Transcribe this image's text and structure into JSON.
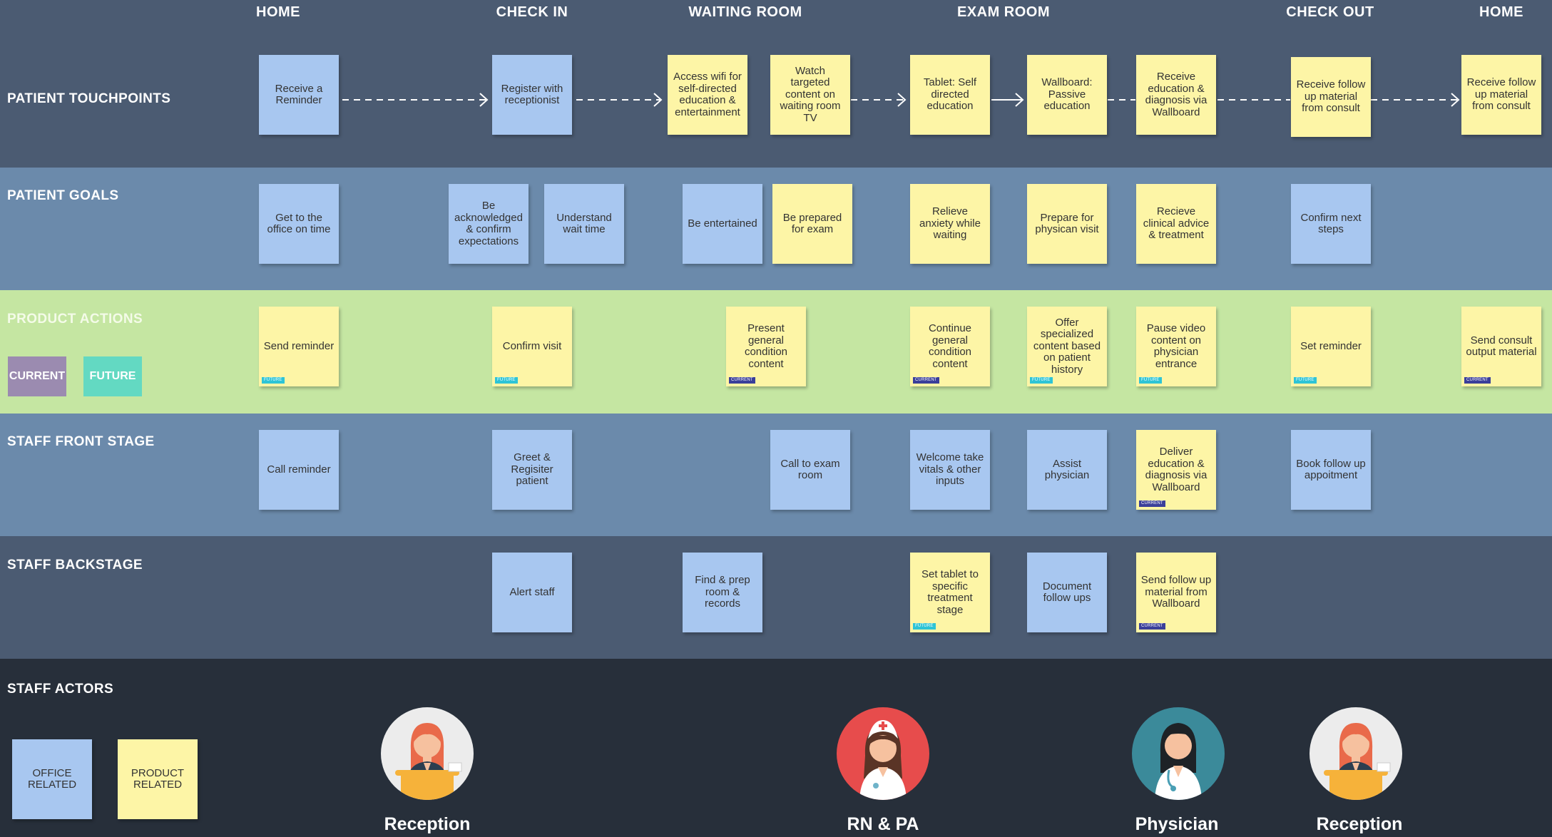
{
  "stages": [
    "HOME",
    "CHECK IN",
    "WAITING ROOM",
    "EXAM ROOM",
    "CHECK OUT",
    "HOME"
  ],
  "row_labels": {
    "touchpoints": "PATIENT TOUCHPOINTS",
    "goals": "PATIENT GOALS",
    "product_actions": "PRODUCT ACTIONS",
    "front_stage": "STAFF FRONT STAGE",
    "backstage": "STAFF BACKSTAGE",
    "actors": "STAFF ACTORS"
  },
  "tag_labels": {
    "future": "FUTURE",
    "current": "CURRENT"
  },
  "legend": {
    "current": "CURRENT",
    "future": "FUTURE",
    "office": "OFFICE RELATED",
    "product": "PRODUCT RELATED"
  },
  "colors": {
    "office_note": "#a8c7f0",
    "product_note": "#fdf5a6",
    "current_badge": "#9b8bb0",
    "future_badge": "#63d9c2",
    "current_tag": "#3b3f9a",
    "future_tag": "#2ec4d6"
  },
  "touchpoints": [
    {
      "text": "Receive a Reminder",
      "color": "blue"
    },
    {
      "text": "Register with receptionist",
      "color": "blue"
    },
    {
      "text": "Access wifi for self-directed education & entertainment",
      "color": "yellow"
    },
    {
      "text": "Watch targeted content on waiting room TV",
      "color": "yellow"
    },
    {
      "text": "Tablet: Self directed education",
      "color": "yellow"
    },
    {
      "text": "Wallboard: Passive education",
      "color": "yellow"
    },
    {
      "text": "Receive education & diagnosis via Wallboard",
      "color": "yellow"
    },
    {
      "text": "Receive follow up material from consult",
      "color": "yellow"
    },
    {
      "text": "Receive follow up material from consult",
      "color": "yellow"
    }
  ],
  "goals": [
    {
      "text": "Get to the office on time",
      "color": "blue"
    },
    {
      "text": "Be acknowledged & confirm expectations",
      "color": "blue"
    },
    {
      "text": "Understand wait time",
      "color": "blue"
    },
    {
      "text": "Be entertained",
      "color": "blue"
    },
    {
      "text": "Be prepared for exam",
      "color": "yellow"
    },
    {
      "text": "Relieve anxiety while waiting",
      "color": "yellow"
    },
    {
      "text": "Prepare for physican visit",
      "color": "yellow"
    },
    {
      "text": "Recieve clinical advice & treatment",
      "color": "yellow"
    },
    {
      "text": "Confirm next steps",
      "color": "blue"
    }
  ],
  "product_actions": [
    {
      "text": "Send reminder",
      "color": "yellow",
      "tag": "future"
    },
    {
      "text": "Confirm visit",
      "color": "yellow",
      "tag": "future"
    },
    {
      "text": "Present general condition content",
      "color": "yellow",
      "tag": "current"
    },
    {
      "text": "Continue general condition content",
      "color": "yellow",
      "tag": "current"
    },
    {
      "text": "Offer specialized content based on patient history",
      "color": "yellow",
      "tag": "future"
    },
    {
      "text": "Pause video content on physician entrance",
      "color": "yellow",
      "tag": "future"
    },
    {
      "text": "Set reminder",
      "color": "yellow",
      "tag": "future"
    },
    {
      "text": "Send consult output material",
      "color": "yellow",
      "tag": "current"
    }
  ],
  "front_stage": [
    {
      "text": "Call reminder",
      "color": "blue"
    },
    {
      "text": "Greet & Regisiter patient",
      "color": "blue"
    },
    {
      "text": "Call to exam room",
      "color": "blue"
    },
    {
      "text": "Welcome take vitals & other inputs",
      "color": "blue"
    },
    {
      "text": "Assist physician",
      "color": "blue"
    },
    {
      "text": "Deliver education & diagnosis via Wallboard",
      "color": "yellow",
      "tag": "current"
    },
    {
      "text": "Book follow up appoitment",
      "color": "blue"
    }
  ],
  "backstage": [
    {
      "text": "Alert staff",
      "color": "blue"
    },
    {
      "text": "Find & prep room & records",
      "color": "blue"
    },
    {
      "text": "Set tablet to specific treatment stage",
      "color": "yellow",
      "tag": "future"
    },
    {
      "text": "Document follow ups",
      "color": "blue"
    },
    {
      "text": "Send follow up material from Wallboard",
      "color": "yellow",
      "tag": "current"
    }
  ],
  "actors": [
    {
      "name": "Reception",
      "icon": "receptionist-avatar-icon"
    },
    {
      "name": "RN & PA",
      "icon": "nurse-avatar-icon"
    },
    {
      "name": "Physician",
      "icon": "physician-avatar-icon"
    },
    {
      "name": "Reception",
      "icon": "receptionist-avatar-icon"
    }
  ]
}
